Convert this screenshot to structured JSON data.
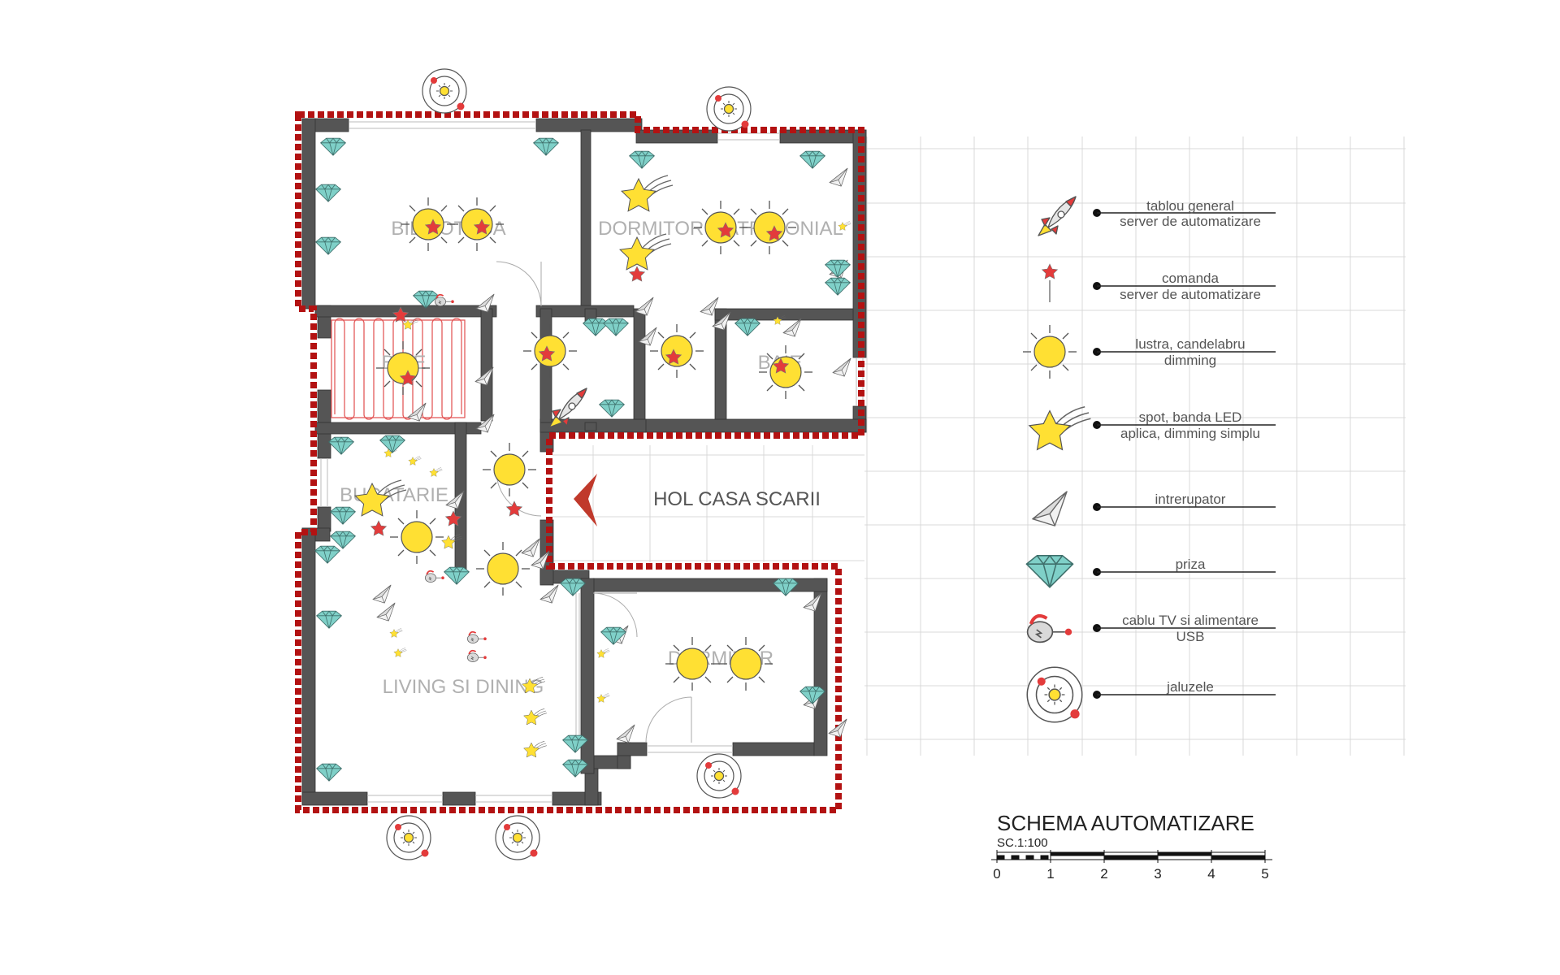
{
  "plan": {
    "rooms": [
      {
        "id": "biblioteca",
        "label": "BIBLIOTECA"
      },
      {
        "id": "dormitor-matrimonial",
        "label": "DORMITOR MATRIMONIAL"
      },
      {
        "id": "baie-1",
        "label": "BAIE"
      },
      {
        "id": "baie-2",
        "label": "BAIE"
      },
      {
        "id": "bucatarie",
        "label": "BUCATARIE"
      },
      {
        "id": "hol-casa-scarii",
        "label": "HOL CASA SCARII"
      },
      {
        "id": "dormitor",
        "label": "DORMITOR"
      },
      {
        "id": "living-si-dining",
        "label": "LIVING SI DINING"
      }
    ]
  },
  "legend": {
    "items": [
      {
        "icon": "rocket-icon",
        "line1": "tablou general",
        "line2": "server de automatizare"
      },
      {
        "icon": "red-star-icon",
        "line1": "comanda",
        "line2": "server de automatizare"
      },
      {
        "icon": "sun-icon",
        "line1": "lustra, candelabru",
        "line2": "dimming"
      },
      {
        "icon": "shooting-star-icon",
        "line1": "spot, banda LED",
        "line2": "aplica, dimming simplu"
      },
      {
        "icon": "paper-plane-icon",
        "line1": "intrerupator",
        "line2": ""
      },
      {
        "icon": "diamond-icon",
        "line1": "priza",
        "line2": ""
      },
      {
        "icon": "cable-icon",
        "line1": "cablu TV si alimentare",
        "line2": "USB"
      },
      {
        "icon": "orbit-icon",
        "line1": "jaluzele",
        "line2": ""
      }
    ]
  },
  "title": {
    "main": "SCHEMA AUTOMATIZARE",
    "scale": "SC.1:100",
    "ticks": [
      "0",
      "1",
      "2",
      "3",
      "4",
      "5"
    ]
  },
  "colors": {
    "wall": "#555555",
    "perimeter": "#b31212",
    "sun": "#ffe033",
    "star": "#e33b3b",
    "diamond": "#7fd0c8",
    "grid": "#d9d9d9",
    "arrow": "#c0392b"
  }
}
